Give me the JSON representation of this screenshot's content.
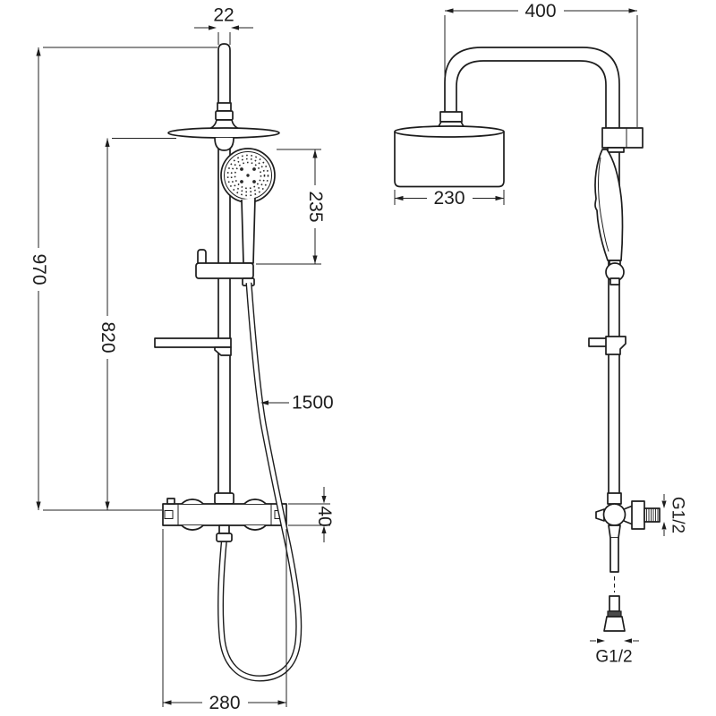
{
  "drawing": {
    "subject": "shower column set technical drawing, front and side views",
    "background_color": "#ffffff",
    "line_color": "#1d1d1d",
    "dimensions": {
      "pipe_diameter": "22",
      "arm_reach": "400",
      "column_height": "970",
      "rail_span": "820",
      "handset_length": "235",
      "head_diameter": "230",
      "hose_length": "1500",
      "mixer_height": "40",
      "hose_loop_width": "280",
      "side_connection_thread": "G1/2",
      "bottom_connection_thread": "G1/2"
    }
  }
}
